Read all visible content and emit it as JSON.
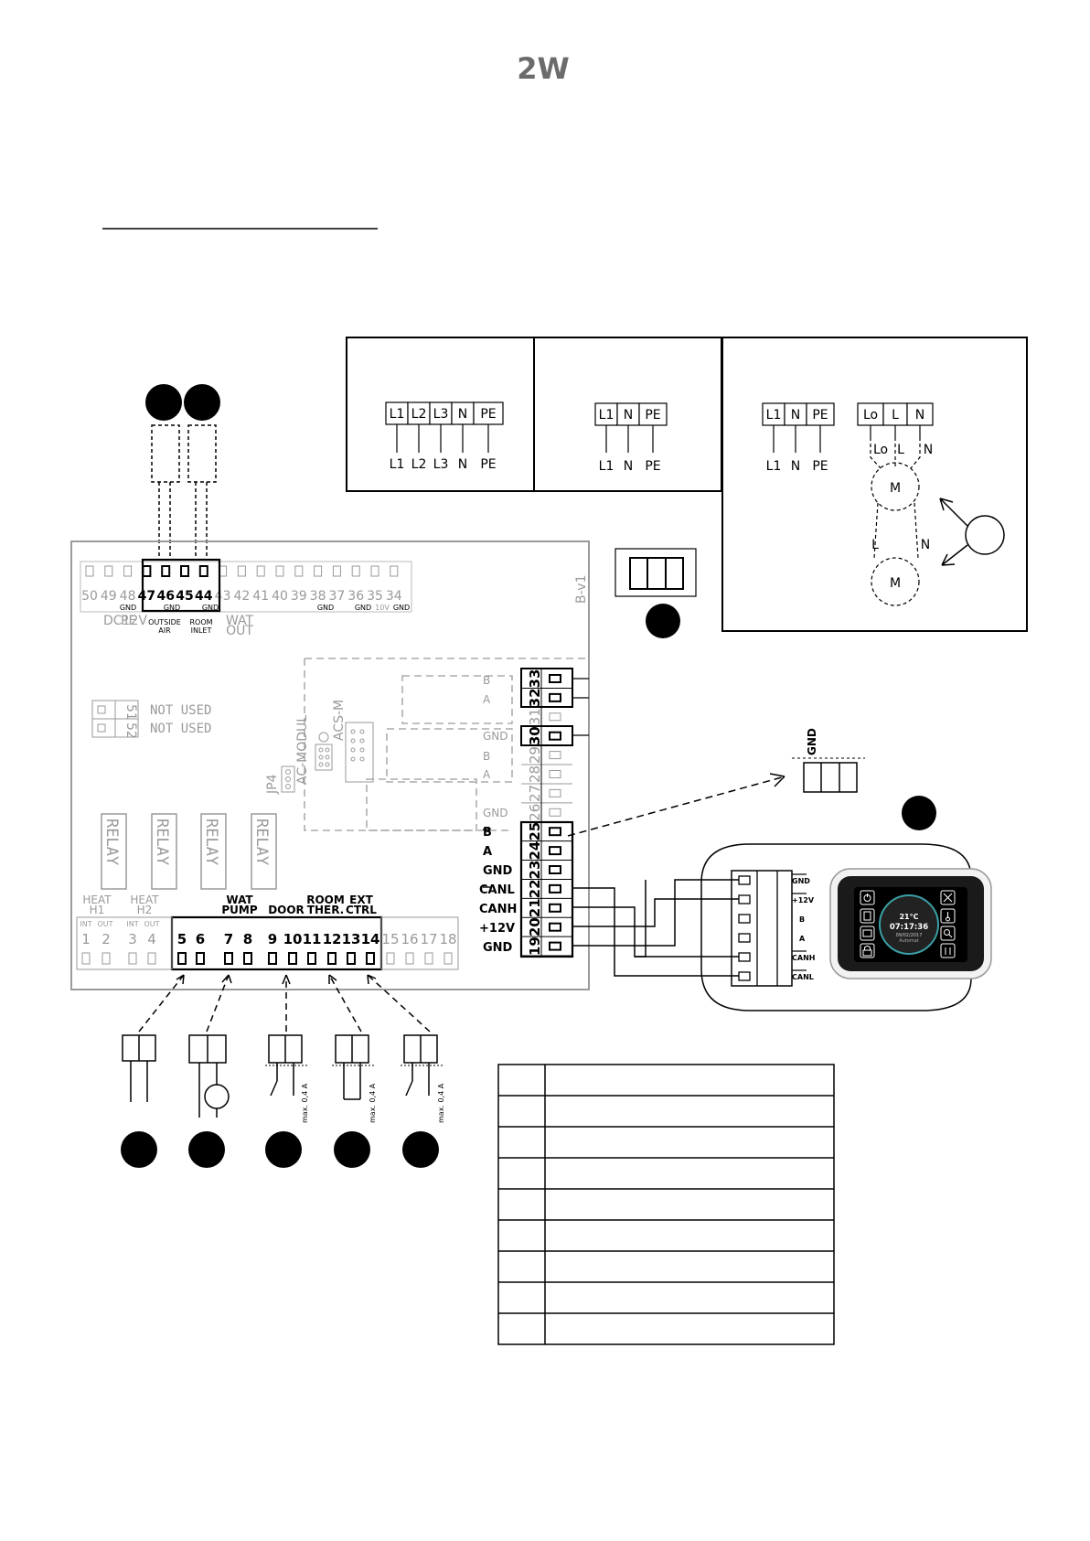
{
  "logo": "2W",
  "power_supply": {
    "three_phase": {
      "terminals": [
        "L1",
        "L2",
        "L3",
        "N",
        "PE"
      ],
      "wires": [
        "L1",
        "L2",
        "L3",
        "N",
        "PE"
      ]
    },
    "single_phase": {
      "terminals": [
        "L1",
        "N",
        "PE"
      ],
      "wires": [
        "L1",
        "N",
        "PE"
      ]
    },
    "motor": {
      "terminals": [
        "L1",
        "N",
        "PE"
      ],
      "wires": [
        "L1",
        "N",
        "PE"
      ],
      "motor_terminals": [
        "Lo",
        "L",
        "N"
      ],
      "motor_wires_top": [
        "Lo",
        "L",
        "N"
      ],
      "motor_wires_bottom": [
        "L",
        "N"
      ],
      "motor_label": "M"
    }
  },
  "board": {
    "top_terminals": [
      "50",
      "49",
      "48",
      "47",
      "46",
      "45",
      "44",
      "43",
      "42",
      "41",
      "40",
      "39",
      "38",
      "37",
      "36",
      "35",
      "34"
    ],
    "top_gnd": "GND",
    "top_10v": "10V",
    "top_groups": {
      "pe": "PE",
      "dc12v": "DC12V",
      "outside_air_1": "OUTSIDE",
      "outside_air_2": "AIR",
      "room_inlet_1": "ROOM",
      "room_inlet_2": "INLET",
      "wat_out_1": "WAT",
      "wat_out_2": "OUT"
    },
    "revision": "B-v1",
    "not_used_terms": [
      "51",
      "52"
    ],
    "not_used_label": "NOT USED",
    "jp4": "JP4",
    "ac_modul": "AC-MODUL",
    "acs_m": "ACS-M",
    "relay": "RELAY",
    "bottom_groups": {
      "heat_h1_1": "HEAT",
      "heat_h1_2": "H1",
      "heat_h2_1": "HEAT",
      "heat_h2_2": "H2",
      "int": "INT",
      "out": "OUT",
      "wat_pump_1": "WAT",
      "wat_pump_2": "PUMP",
      "door": "DOOR",
      "room_ther_1": "ROOM",
      "room_ther_2": "THER.",
      "ext_ctrl_1": "EXT",
      "ext_ctrl_2": "CTRL"
    },
    "bottom_terminals": [
      "1",
      "2",
      "3",
      "4",
      "5",
      "6",
      "7",
      "8",
      "9",
      "10",
      "11",
      "12",
      "13",
      "14",
      "15",
      "16",
      "17",
      "18"
    ],
    "right_terminals": [
      "33",
      "32",
      "31",
      "30",
      "29",
      "28",
      "27",
      "26",
      "25",
      "24",
      "23",
      "22",
      "21",
      "20",
      "19"
    ],
    "right_labels": {
      "t33": "B",
      "t32": "A",
      "t30": "GND",
      "t29": "B",
      "t28": "A",
      "t26": "GND",
      "t25": "B",
      "t24": "A",
      "t23": "GND",
      "t22": "CANL",
      "t21": "CANH",
      "t20": "+12V",
      "t19": "GND"
    }
  },
  "gnd_block_label": "GND",
  "panel": {
    "labels": [
      "GND",
      "+12V",
      "B",
      "A",
      "CANH",
      "CANL"
    ],
    "screen_temp": "21°C",
    "screen_time": "07:17:36",
    "screen_date": "09/02/2017",
    "screen_mode": "Automat"
  },
  "max_current": "max. 0,4 A",
  "table_rows": 9
}
